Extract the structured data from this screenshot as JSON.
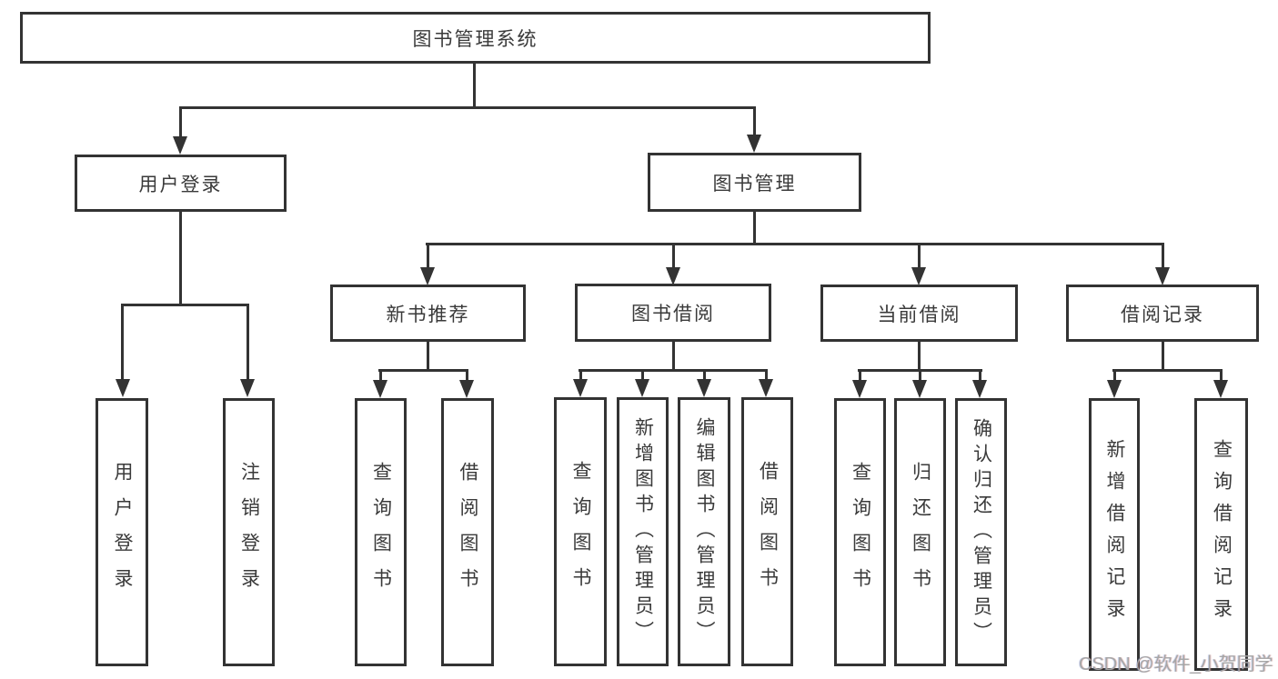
{
  "diagram": {
    "title": "图书管理系统",
    "nodes": {
      "root": "图书管理系统",
      "user_login": "用户登录",
      "book_management": "图书管理",
      "new_book_recommend": "新书推荐",
      "book_borrow": "图书借阅",
      "current_borrow": "当前借阅",
      "borrow_records": "借阅记录"
    },
    "leaves": {
      "user_login": "用户登录",
      "logout": "注销登录",
      "rec_query_books": "查询图书",
      "rec_borrow_books": "借阅图书",
      "bb_query_books": "查询图书",
      "bb_add_books_admin": "新增图书（管理员）",
      "bb_edit_books_admin": "编辑图书（管理员）",
      "bb_borrow_books": "借阅图书",
      "cb_query_books": "查询图书",
      "cb_return_books": "归还图书",
      "cb_confirm_return_admin": "确认归还（管理员）",
      "br_add_record": "新增借阅记录",
      "br_query_record": "查询借阅记录"
    },
    "watermark": "CSDN @软件_小贺同学",
    "colors": {
      "line": "#333333",
      "text": "#3a3a3a",
      "watermark": "#a6a6a6",
      "background": "#ffffff"
    }
  }
}
